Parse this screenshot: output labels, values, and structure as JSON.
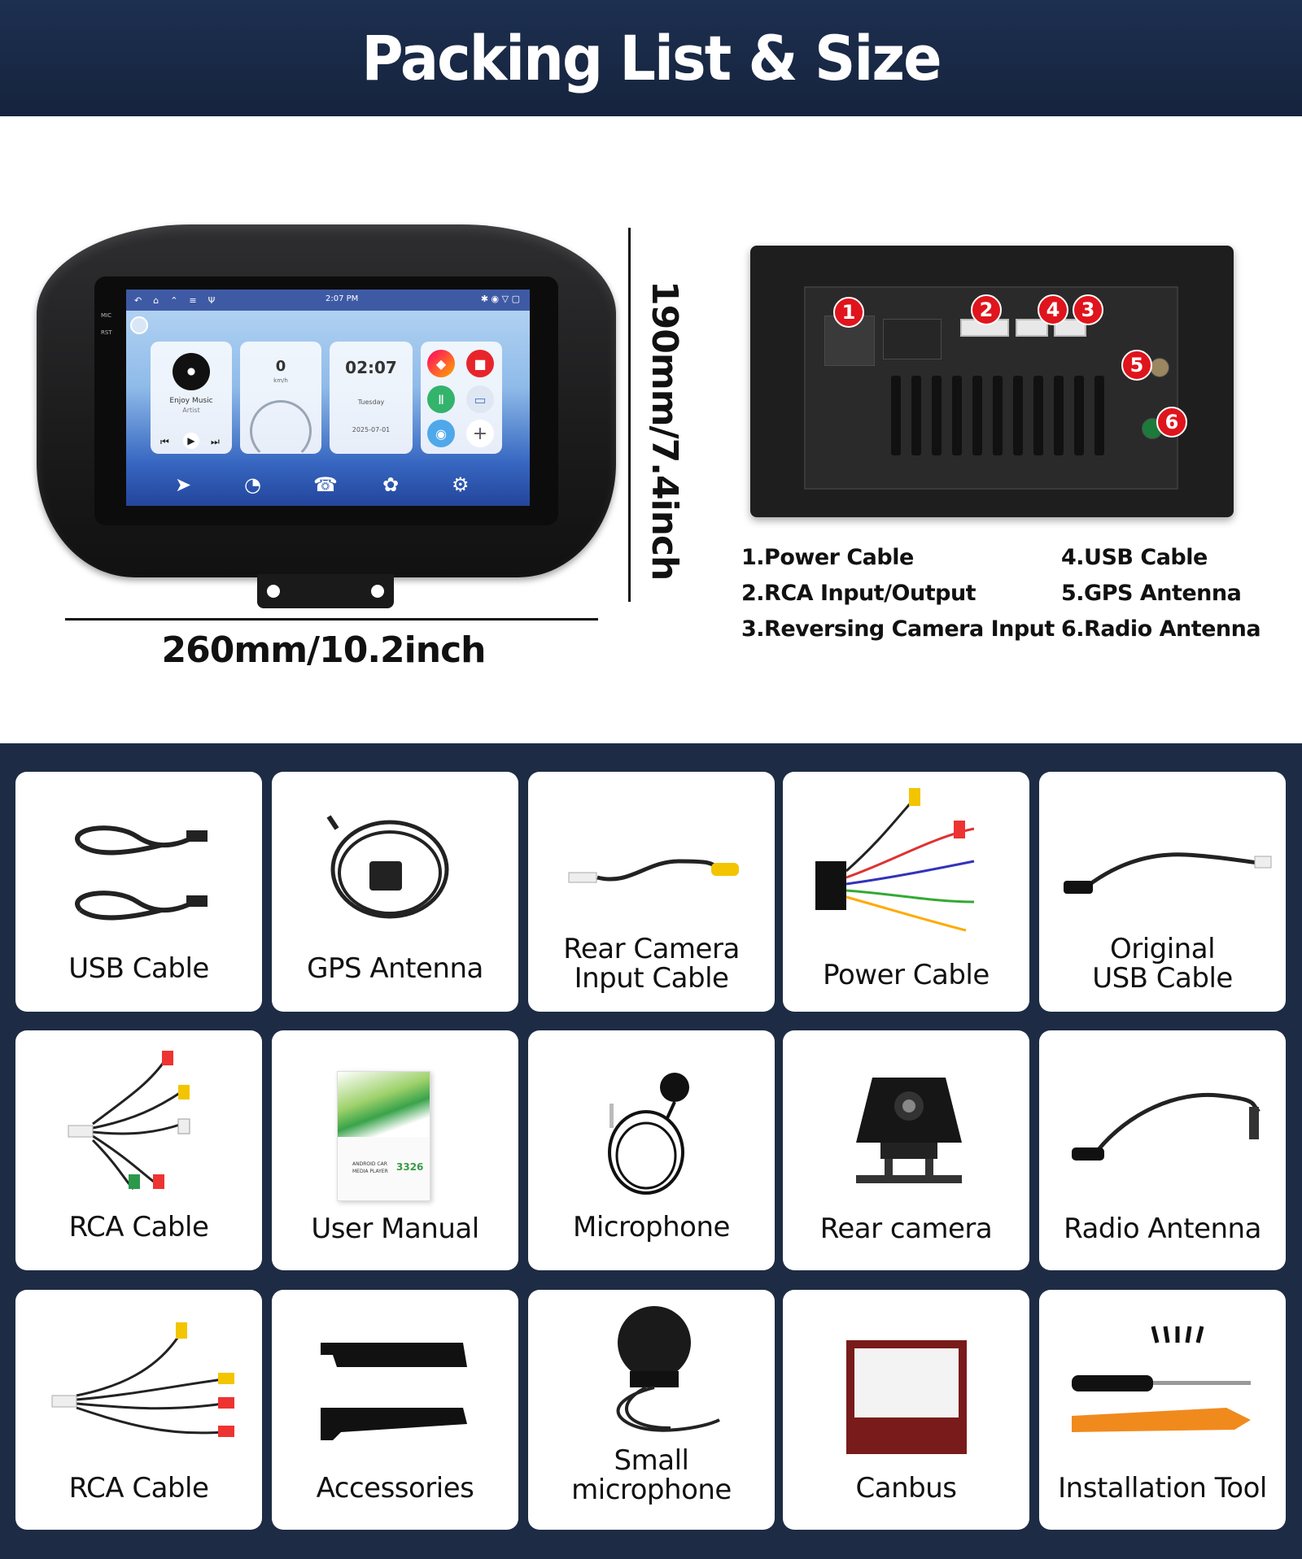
{
  "header": {
    "title": "Packing List & Size"
  },
  "screen": {
    "status_time": "2:07 PM",
    "side_labels": [
      "MIC",
      "RST"
    ],
    "music": {
      "title": "Enjoy Music",
      "artist": "Artist"
    },
    "speed": {
      "value": "0",
      "unit": "km/h"
    },
    "clock": {
      "time": "02:07",
      "day": "Tuesday",
      "date": "2025-07-01"
    }
  },
  "dimensions": {
    "height": "190mm/7.4inch",
    "width": "260mm/10.2inch"
  },
  "back_panel": {
    "markers": [
      "1",
      "2",
      "4",
      "3",
      "5",
      "6"
    ],
    "legend": [
      "1.Power Cable",
      "2.RCA Input/Output",
      "3.Reversing Camera Input",
      "4.USB Cable",
      "5.GPS Antenna",
      "6.Radio Antenna"
    ]
  },
  "items": [
    "USB Cable",
    "GPS Antenna",
    "Rear Camera\nInput Cable",
    "Power Cable",
    "Original\nUSB Cable",
    "RCA Cable",
    "User Manual",
    "Microphone",
    "Rear camera",
    "Radio Antenna",
    "RCA Cable",
    "Accessories",
    "Small\nmicrophone",
    "Canbus",
    "Installation Tool"
  ],
  "manual_text": {
    "line1": "ANDROID CAR",
    "line2": "MEDIA PLAYER",
    "code": "3326"
  },
  "colors": {
    "header_bg": "#1d3050",
    "grid_bg": "#1d2c44",
    "marker": "#e0141c"
  }
}
